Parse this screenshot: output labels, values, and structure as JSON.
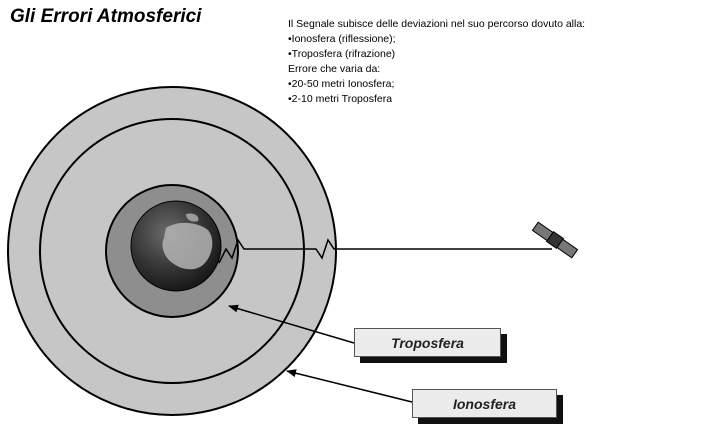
{
  "title": "Gli Errori Atmosferici",
  "description": {
    "lines": [
      "Il Segnale subisce delle deviazioni nel suo percorso dovuto alla:",
      "•Ionosfera (riflessione);",
      "•Troposfera (rifrazione)",
      "Errore che varia da:",
      "•20-50 metri Ionosfera;",
      "•2-10 metri Troposfera"
    ]
  },
  "labels": {
    "troposphere": "Troposfera",
    "ionosphere": "Ionosfera"
  },
  "colors": {
    "outer_layer": "#c6c6c6",
    "troposphere_layer": "#8e8e8e",
    "earth": "#2e2e2e",
    "label_bg": "#ececec"
  }
}
